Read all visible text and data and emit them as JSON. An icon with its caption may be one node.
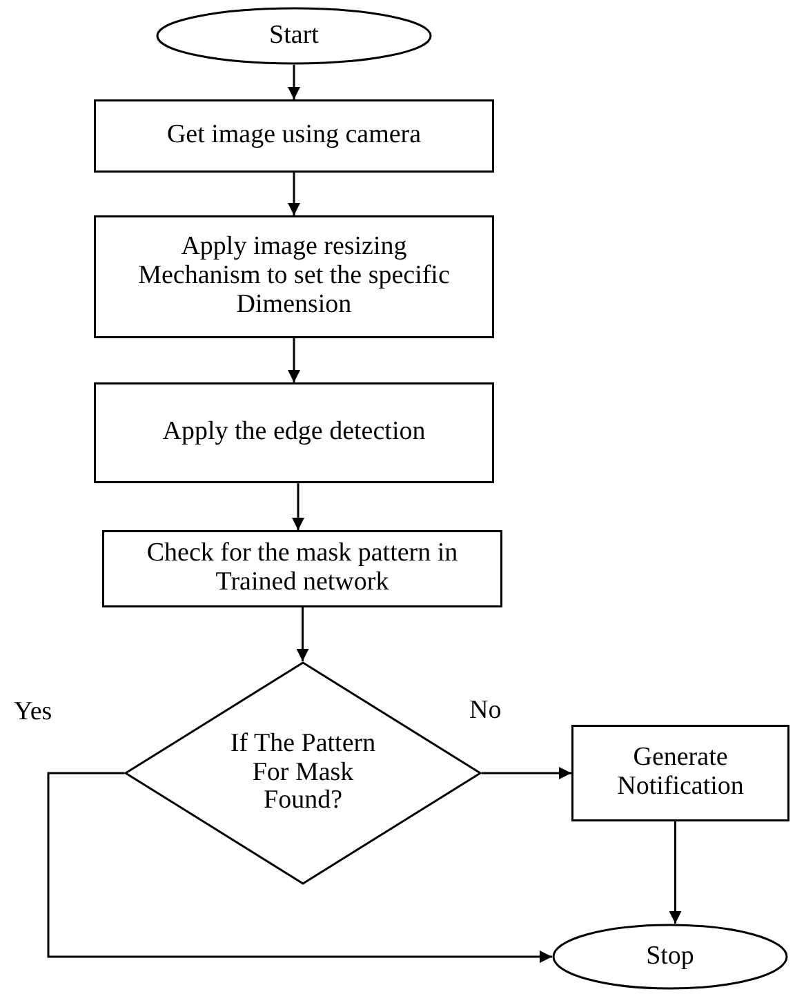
{
  "diagram": {
    "nodes": [
      {
        "text": [
          "Start"
        ]
      },
      {
        "text": [
          "Get image using camera"
        ]
      },
      {
        "text": [
          "Apply image resizing Mechanism to set the specific Dimension"
        ]
      },
      {
        "text": [
          "Apply the edge detection"
        ]
      },
      {
        "text": [
          "Check for the mask pattern in Trained network"
        ]
      },
      {
        "text": [
          "If The Pattern For Mask Found?"
        ]
      },
      {
        "text": [
          "Generate Notification"
        ]
      },
      {
        "text": [
          "Stop"
        ]
      }
    ],
    "edges": [
      {
        "from": 0,
        "to": 1,
        "arrow": "to"
      },
      {
        "from": 1,
        "to": 2,
        "arrow": "to"
      },
      {
        "from": 2,
        "to": 3,
        "arrow": "to"
      },
      {
        "from": 3,
        "to": 4,
        "arrow": "to"
      },
      {
        "from": 4,
        "to": 5,
        "arrow": "to"
      },
      {
        "from": 5,
        "to": 6,
        "arrow": "to",
        "label": "No"
      },
      {
        "from": 6,
        "to": 7,
        "arrow": "to"
      },
      {
        "from": 5,
        "to": 7,
        "arrow": "to",
        "label": "Yes"
      }
    ]
  }
}
